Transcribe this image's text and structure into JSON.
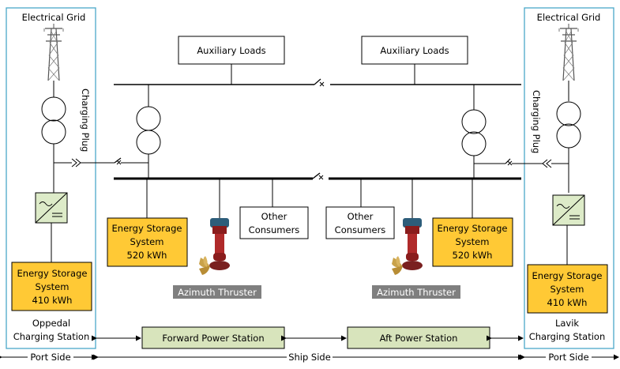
{
  "left_station": {
    "grid_label": "Electrical Grid",
    "plug_label": "Charging Plug",
    "ess_lines": [
      "Energy Storage",
      "System",
      "410 kWh"
    ],
    "station_lines": [
      "Oppedal",
      "Charging Station"
    ],
    "side_label": "Port Side"
  },
  "right_station": {
    "grid_label": "Electrical Grid",
    "plug_label": "Charging Plug",
    "ess_lines": [
      "Energy Storage",
      "System",
      "410 kWh"
    ],
    "station_lines": [
      "Lavik",
      "Charging Station"
    ],
    "side_label": "Port Side"
  },
  "ship": {
    "aux_loads_left": "Auxiliary Loads",
    "aux_loads_right": "Auxiliary Loads",
    "ess_left_lines": [
      "Energy Storage",
      "System",
      "520 kWh"
    ],
    "ess_right_lines": [
      "Energy Storage",
      "System",
      "520 kWh"
    ],
    "other_left_lines": [
      "Other",
      "Consumers"
    ],
    "other_right_lines": [
      "Other",
      "Consumers"
    ],
    "thruster_left": "Azimuth Thruster",
    "thruster_right": "Azimuth Thruster",
    "forward_station": "Forward Power Station",
    "aft_station": "Aft Power Station",
    "side_label": "Ship Side"
  },
  "colors": {
    "station_border": "#4aa8c8",
    "ess_fill": "#ffc935",
    "power_station_fill": "#d8e4bc",
    "converter_fill": "#ddebc8",
    "thruster_label_fill": "#7f7f7f"
  }
}
